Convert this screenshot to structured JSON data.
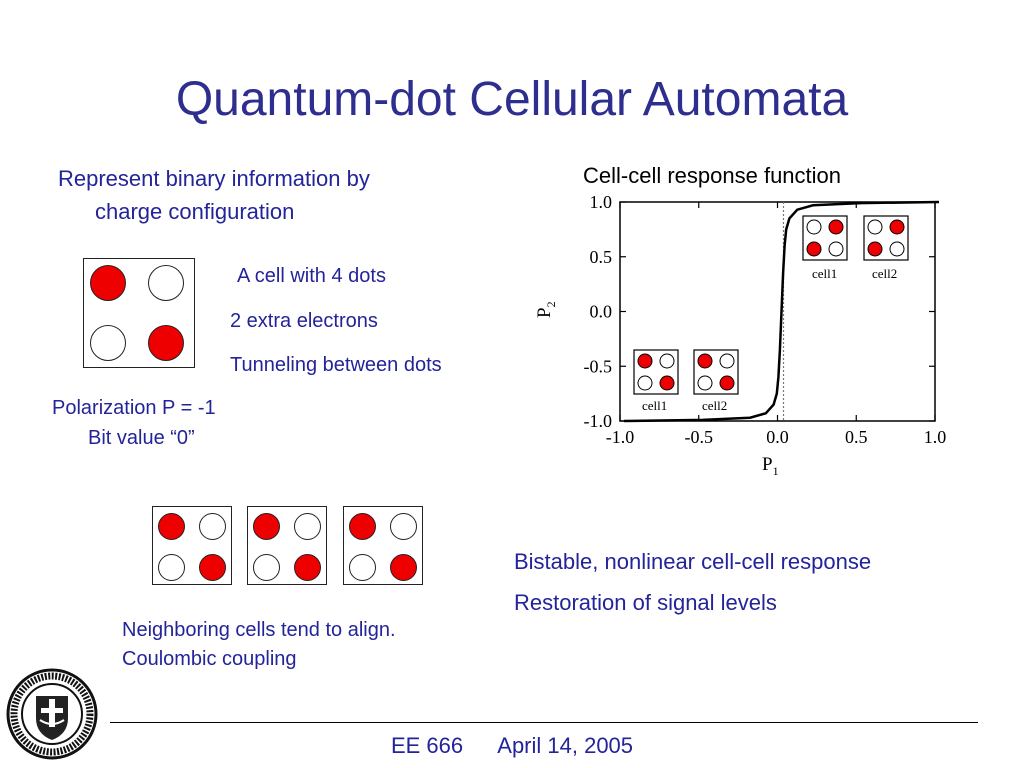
{
  "slide": {
    "title": "Quantum-dot Cellular Automata",
    "intro_line1": "Represent binary information by",
    "intro_line2": "charge configuration",
    "cell_label_dots": "A cell with 4 dots",
    "cell_label_electrons": "2 extra electrons",
    "cell_label_tunneling": "Tunneling between dots",
    "polarization_label": "Polarization P = -1",
    "bit_value_label": "Bit value “0”",
    "neighbor_line1": "Neighboring cells tend to align.",
    "neighbor_line2": "Coulombic coupling",
    "response_title": "Cell-cell response function",
    "bullet1": "Bistable, nonlinear cell-cell response",
    "bullet2": "Restoration of  signal levels",
    "footer_course": "EE 666",
    "footer_date": "April 14, 2005",
    "logo_icon": "university-seal-icon",
    "accent_color": "#23239a",
    "dot_color": "#ee0000"
  },
  "chart_data": {
    "type": "line",
    "title": "Cell-cell response function",
    "xlabel": "P1",
    "ylabel": "P2",
    "xlim": [
      -1.0,
      1.0
    ],
    "ylim": [
      -1.0,
      1.0
    ],
    "xticks": [
      "-1.0",
      "-0.5",
      "0.0",
      "0.5",
      "1.0"
    ],
    "yticks": [
      "1.0",
      "0.5",
      "0.0",
      "-0.5",
      "-1.0"
    ],
    "grid": false,
    "reference_line": {
      "x": 0.0,
      "style": "dotted"
    },
    "series": [
      {
        "x": [
          -1.0,
          -0.5,
          -0.2,
          -0.1,
          -0.05,
          -0.03,
          -0.02,
          -0.01,
          0.0,
          0.01,
          0.02,
          0.03,
          0.05,
          0.1,
          0.2,
          0.5,
          1.0
        ],
        "values": [
          -1.0,
          -0.99,
          -0.97,
          -0.93,
          -0.85,
          -0.75,
          -0.6,
          -0.35,
          0.0,
          0.35,
          0.6,
          0.75,
          0.85,
          0.93,
          0.97,
          0.99,
          1.0
        ]
      }
    ],
    "annotations": [
      {
        "text": "cell1",
        "group": "positive"
      },
      {
        "text": "cell2",
        "group": "positive"
      },
      {
        "text": "cell1",
        "group": "negative"
      },
      {
        "text": "cell2",
        "group": "negative"
      }
    ]
  }
}
